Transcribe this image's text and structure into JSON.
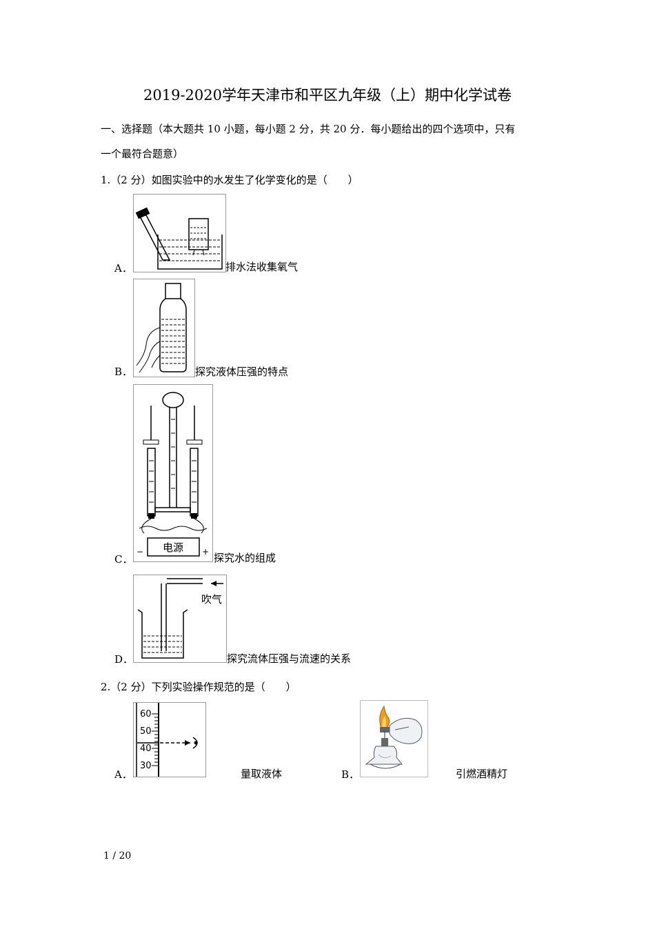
{
  "doc": {
    "title": "2019-2020学年天津市和平区九年级（上）期中化学试卷",
    "section_line1": "一、选择题（本大题共 10 小题，每小题 2 分，共 20 分．每小题给出的四个选项中，只有",
    "section_line2": "一个最符合题意）",
    "page_number": "1 / 20"
  },
  "q1": {
    "stem": "1.（2 分）如图实验中的水发生了化学变化的是（　　）",
    "options": [
      {
        "letter": "A．",
        "text": "排水法收集氧气"
      },
      {
        "letter": "B．",
        "text": "探究液体压强的特点"
      },
      {
        "letter": "C．",
        "text": "探究水的组成",
        "figure_labels": {
          "power": "电源",
          "minus": "−",
          "plus": "+"
        }
      },
      {
        "letter": "D．",
        "text": "探究流体压强与流速的关系",
        "figure_labels": {
          "blow": "吹气"
        }
      }
    ]
  },
  "q2": {
    "stem": "2.（2 分）下列实验操作规范的是（　　）",
    "options": [
      {
        "letter": "A．",
        "text": "量取液体",
        "scale": [
          "60",
          "50",
          "40",
          "30"
        ]
      },
      {
        "letter": "B．",
        "text": "引燃酒精灯"
      }
    ]
  }
}
